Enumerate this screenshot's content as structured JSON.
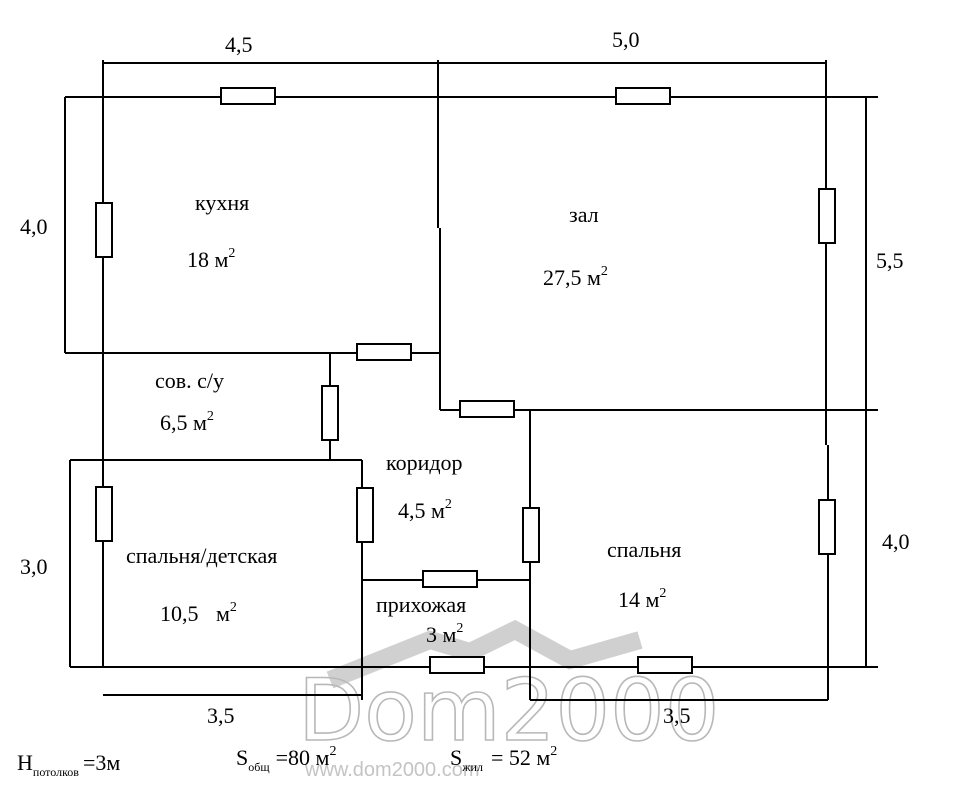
{
  "rooms": {
    "kitchen": {
      "name": "кухня",
      "area": "18",
      "unit": "м"
    },
    "hall": {
      "name": "зал",
      "area": "27,5",
      "unit": "м"
    },
    "bathroom": {
      "name": "сов. с/у",
      "area": "6,5",
      "unit": "м"
    },
    "corridor": {
      "name": "коридор",
      "area": "4,5",
      "unit": "м"
    },
    "childroom": {
      "name": "спальня/детская",
      "area": "10,5",
      "unit": "м"
    },
    "entrance": {
      "name": "прихожая",
      "area": "3",
      "unit": "м"
    },
    "bedroom": {
      "name": "спальня",
      "area": "14",
      "unit": "м"
    },
    "squared": "2"
  },
  "dimensions": {
    "top_left": "4,5",
    "top_right": "5,0",
    "left_top": "4,0",
    "right_top": "5,5",
    "left_bottom": "3,0",
    "right_bottom": "4,0",
    "bottom_left": "3,5",
    "bottom_right": "3,5"
  },
  "footer": {
    "ceiling_h": "H",
    "ceiling_sub": "потолков",
    "ceiling_val": "=3м",
    "total_s": "S",
    "total_sub": "общ",
    "total_val": "=80 м",
    "living_s": "S",
    "living_sub": "жил",
    "living_val": "= 52 м",
    "sq": "2"
  },
  "watermark": {
    "logo": "Dom2000",
    "url": "www.dom2000.com"
  }
}
